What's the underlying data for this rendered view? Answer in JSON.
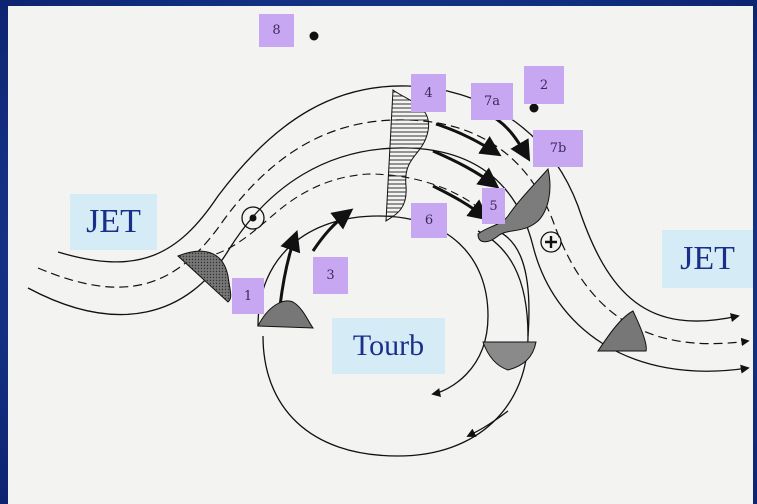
{
  "labels": {
    "jet_left": "JET",
    "jet_right": "JET",
    "trough": "Tourb",
    "n1": "1",
    "n2": "2",
    "n3": "3",
    "n4": "4",
    "n5": "5",
    "n6": "6",
    "n7a": "7a",
    "n7b": "7b",
    "n8": "8"
  }
}
